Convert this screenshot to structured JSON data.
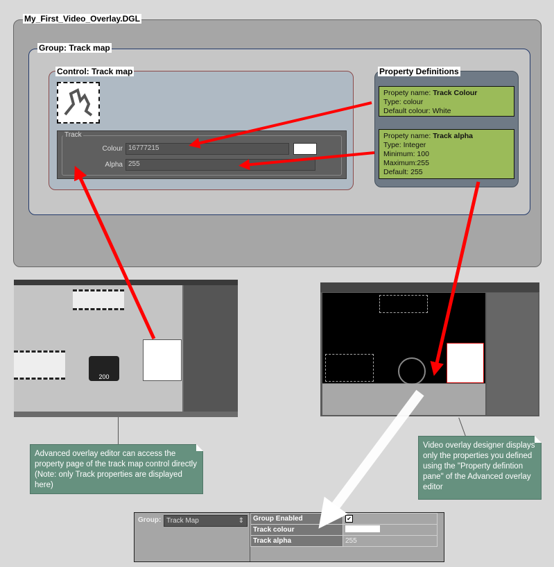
{
  "file_title": "My_First_Video_Overlay.DGL",
  "group_title": "Group: Track map",
  "control": {
    "title": "Control: Track map",
    "fieldset_label": "Track",
    "colour_label": "Colour",
    "colour_value": "16777215",
    "alpha_label": "Alpha",
    "alpha_value": "255"
  },
  "property_definitions": {
    "title": "Property Definitions",
    "colour_box": {
      "name_prefix": "Propety name: ",
      "name": "Track Colour",
      "type": "Type: colour",
      "default": "Default colour: White"
    },
    "alpha_box": {
      "name_prefix": "Propety name: ",
      "name": "Track alpha",
      "type": "Type: Integer",
      "minimum": "Minimum: 100",
      "maximum": "Maximum:255",
      "default": "Default: 255"
    }
  },
  "notes": {
    "left": "Advanced overlay editor can access the property page of the track map control directly (Note: only Track properties are displayed here)",
    "right": "Video overlay designer displays only the properties you defined using the \"Property defintion pane\" of the Advanced overlay editor"
  },
  "designer_panel": {
    "group_label": "Group:",
    "group_value": "Track Map",
    "rows": [
      {
        "name": "Group Enabled",
        "value": "checked"
      },
      {
        "name": "Track colour",
        "value": ""
      },
      {
        "name": "Track alpha",
        "value": "255"
      }
    ]
  },
  "speedo_value": "200",
  "colors": {
    "arrow": "#ff0000",
    "green_box": "#9bbb59",
    "note": "#66917f"
  }
}
